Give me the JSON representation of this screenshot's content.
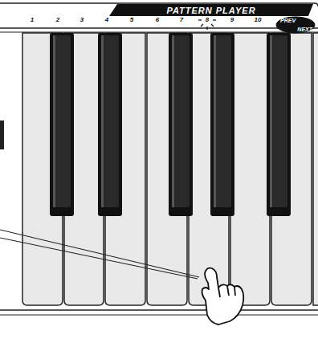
{
  "diagram": {
    "nodes": [
      {
        "text": [
          "PATTERN PLAYER"
        ]
      },
      {
        "text": [
          "PREV",
          "NEXT"
        ]
      }
    ],
    "labels": [
      "1",
      "2",
      "3",
      "4",
      "5",
      "6",
      "7",
      "8",
      "9",
      "10"
    ]
  }
}
